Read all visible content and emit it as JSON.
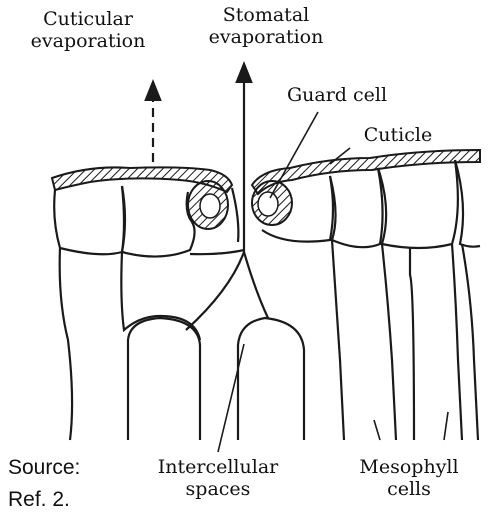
{
  "labels": {
    "cuticular_evaporation": [
      "Cuticular",
      "evaporation"
    ],
    "stomatal_evaporation": [
      "Stomatal",
      "evaporation"
    ],
    "guard_cell": "Guard cell",
    "cuticle": "Cuticle",
    "intercellular_spaces": [
      "Intercellular",
      "spaces"
    ],
    "mesophyll_cells": [
      "Mesophyll",
      "cells"
    ]
  },
  "source": [
    "Source:",
    "Ref. 2."
  ],
  "colors": {
    "ink": "#1a1a1a",
    "background": "#ffffff"
  }
}
